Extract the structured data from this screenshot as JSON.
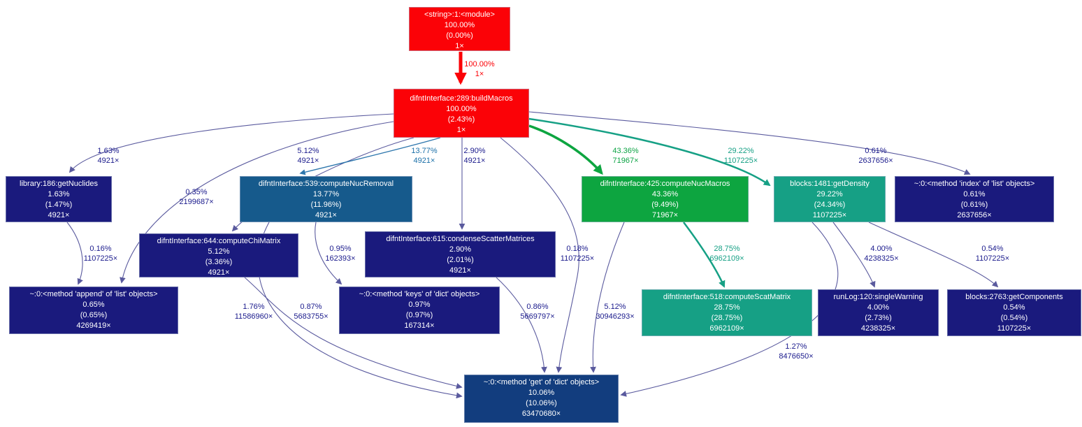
{
  "palette": {
    "node_hot_red": "#fb0207",
    "node_navy": "#1a1a7d",
    "node_blue": "#123d7e",
    "node_steel_blue": "#165a8c",
    "node_green": "#0da540",
    "node_teal": "#16a085",
    "edge_navy": "#5a5a9e",
    "background": "#ffffff",
    "node_text": "#ffffff"
  },
  "nodes": {
    "module": {
      "title": "<string>:1:<module>",
      "total": "100.00%",
      "self": "(0.00%)",
      "calls": "1×"
    },
    "buildMacros": {
      "title": "difntInterface:289:buildMacros",
      "total": "100.00%",
      "self": "(2.43%)",
      "calls": "1×"
    },
    "getNuclides": {
      "title": "library:186:getNuclides",
      "total": "1.63%",
      "self": "(1.47%)",
      "calls": "4921×"
    },
    "computeNucRemoval": {
      "title": "difntInterface:539:computeNucRemoval",
      "total": "13.77%",
      "self": "(11.96%)",
      "calls": "4921×"
    },
    "computeChiMatrix": {
      "title": "difntInterface:644:computeChiMatrix",
      "total": "5.12%",
      "self": "(3.36%)",
      "calls": "4921×"
    },
    "condenseScatter": {
      "title": "difntInterface:615:condenseScatterMatrices",
      "total": "2.90%",
      "self": "(2.01%)",
      "calls": "4921×"
    },
    "computeNucMacros": {
      "title": "difntInterface:425:computeNucMacros",
      "total": "43.36%",
      "self": "(9.49%)",
      "calls": "71967×"
    },
    "getDensity": {
      "title": "blocks:1481:getDensity",
      "total": "29.22%",
      "self": "(24.34%)",
      "calls": "1107225×"
    },
    "methodIndex": {
      "title": "~:0:<method 'index' of 'list' objects>",
      "total": "0.61%",
      "self": "(0.61%)",
      "calls": "2637656×"
    },
    "methodAppend": {
      "title": "~:0:<method 'append' of 'list' objects>",
      "total": "0.65%",
      "self": "(0.65%)",
      "calls": "4269419×"
    },
    "methodKeys": {
      "title": "~:0:<method 'keys' of 'dict' objects>",
      "total": "0.97%",
      "self": "(0.97%)",
      "calls": "167314×"
    },
    "computeScatMatrix": {
      "title": "difntInterface:518:computeScatMatrix",
      "total": "28.75%",
      "self": "(28.75%)",
      "calls": "6962109×"
    },
    "singleWarning": {
      "title": "runLog:120:singleWarning",
      "total": "4.00%",
      "self": "(2.73%)",
      "calls": "4238325×"
    },
    "getComponents": {
      "title": "blocks:2763:getComponents",
      "total": "0.54%",
      "self": "(0.54%)",
      "calls": "1107225×"
    },
    "methodGet": {
      "title": "~:0:<method 'get' of 'dict' objects>",
      "total": "10.06%",
      "self": "(10.06%)",
      "calls": "63470680×"
    }
  },
  "edges": {
    "moduleToBuildMacros": {
      "pct": "100.00%",
      "calls": "1×"
    },
    "toGetNuclides": {
      "pct": "1.63%",
      "calls": "4921×"
    },
    "toComputeChiMatrix": {
      "pct": "5.12%",
      "calls": "4921×"
    },
    "toComputeNucRemoval": {
      "pct": "13.77%",
      "calls": "4921×"
    },
    "toCondenseScatter": {
      "pct": "2.90%",
      "calls": "4921×"
    },
    "toComputeNucMacros": {
      "pct": "43.36%",
      "calls": "71967×"
    },
    "toGetDensity": {
      "pct": "29.22%",
      "calls": "1107225×"
    },
    "toMethodIndex": {
      "pct": "0.61%",
      "calls": "2637656×"
    },
    "buildMacrosToAppend": {
      "pct": "0.35%",
      "calls": "2199687×"
    },
    "getNuclidesToAppend": {
      "pct": "0.16%",
      "calls": "1107225×"
    },
    "nucRemovalToKeys": {
      "pct": "0.95%",
      "calls": "162393×"
    },
    "buildMacrosToGet": {
      "pct": "0.18%",
      "calls": "1107225×"
    },
    "nucMacrosToScatMatrix": {
      "pct": "28.75%",
      "calls": "6962109×"
    },
    "getDensityToSingleWarning": {
      "pct": "4.00%",
      "calls": "4238325×"
    },
    "getDensityToGetComponents": {
      "pct": "0.54%",
      "calls": "1107225×"
    },
    "nucRemovalToGet": {
      "pct": "1.76%",
      "calls": "11586960×"
    },
    "chiMatrixToGet": {
      "pct": "0.87%",
      "calls": "5683755×"
    },
    "condenseToGet": {
      "pct": "0.86%",
      "calls": "5669797×"
    },
    "nucMacrosToGet": {
      "pct": "5.12%",
      "calls": "30946293×"
    },
    "getDensityToGet": {
      "pct": "1.27%",
      "calls": "8476650×"
    }
  }
}
